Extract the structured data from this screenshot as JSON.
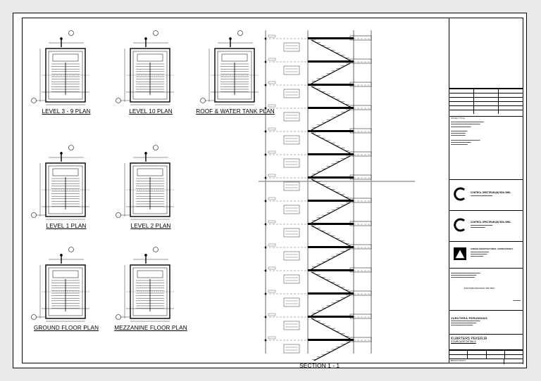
{
  "plans": [
    {
      "title": "LEVEL 3 - 9 PLAN"
    },
    {
      "title": "LEVEL 10 PLAN"
    },
    {
      "title": "ROOF & WATER TANK PLAN"
    },
    {
      "title": "LEVEL 1 PLAN"
    },
    {
      "title": "LEVEL 2 PLAN"
    },
    {
      "title": "GROUND FLOOR PLAN"
    },
    {
      "title": "MEZZANINE FLOOR PLAN"
    }
  ],
  "section": {
    "title": "SECTION 1 - 1"
  },
  "title_block": {
    "project_label": "PROJECT TITLE",
    "consultant_1": "CONTROL SPECTRUM (M) SDN. BHD.",
    "consultant_2": "CONTROL SPECTRUM (M) SDN. BHD.",
    "architect": "AZMAN ARCHITECTURAL CONSULTANCY",
    "approver": "JURUTERA BAGINAN SDN BHD",
    "engineer": "JURUTERA PERUNDING",
    "drawing_title_1": "KUARTERS PEKERJA",
    "drawing_title_2": "STAIRCASE DETAILS",
    "drawing_no": "JB/P47/C/S/STY"
  }
}
